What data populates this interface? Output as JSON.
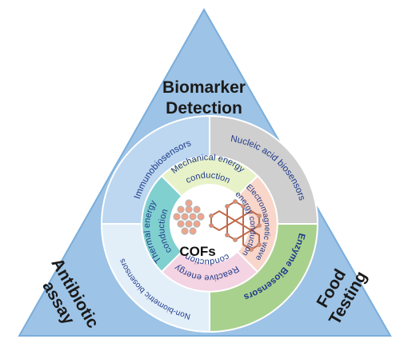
{
  "triangle": {
    "top": "Biomarker Detection",
    "top_line1": "Biomarker",
    "top_line2": "Detection",
    "left_line1": "Antibiotic",
    "left_line2": "assay",
    "right_line1": "Food",
    "right_line2": "Testing"
  },
  "outer_ring": [
    {
      "label": "Immunobiosensors",
      "color": "#bcd7ef"
    },
    {
      "label": "Nucleic acid biosensors",
      "color": "#cfcfcf"
    },
    {
      "label": "Enzyme Biosensors",
      "color": "#a9d18e"
    },
    {
      "label": "Non-biometric biosensors",
      "color": "#e2eff9"
    }
  ],
  "inner_ring": [
    {
      "label": "Mechanical energy conduction",
      "line1": "Mechanical energy",
      "line2": "conduction",
      "color": "#e8f2c8"
    },
    {
      "label": "Electromagnetic wave energy conduction",
      "line1": "Electromagnetic wave",
      "line2": "energy conduction",
      "color": "#f8d6c9"
    },
    {
      "label": "Reactive energy conduction",
      "line1": "Reactive energy",
      "line2": "conduction",
      "color": "#f4d3e2"
    },
    {
      "label": "Thermal energy conduction",
      "line1": "Thermal energy",
      "line2": "conduction",
      "color": "#7fd0cf"
    }
  ],
  "center": {
    "label": "COFs"
  },
  "colors": {
    "triangle": "#9dc3e6",
    "triangle_edge": "#7aaedb",
    "text_dark": "#1a1a1a",
    "text_blue": "#1f3a8a"
  }
}
